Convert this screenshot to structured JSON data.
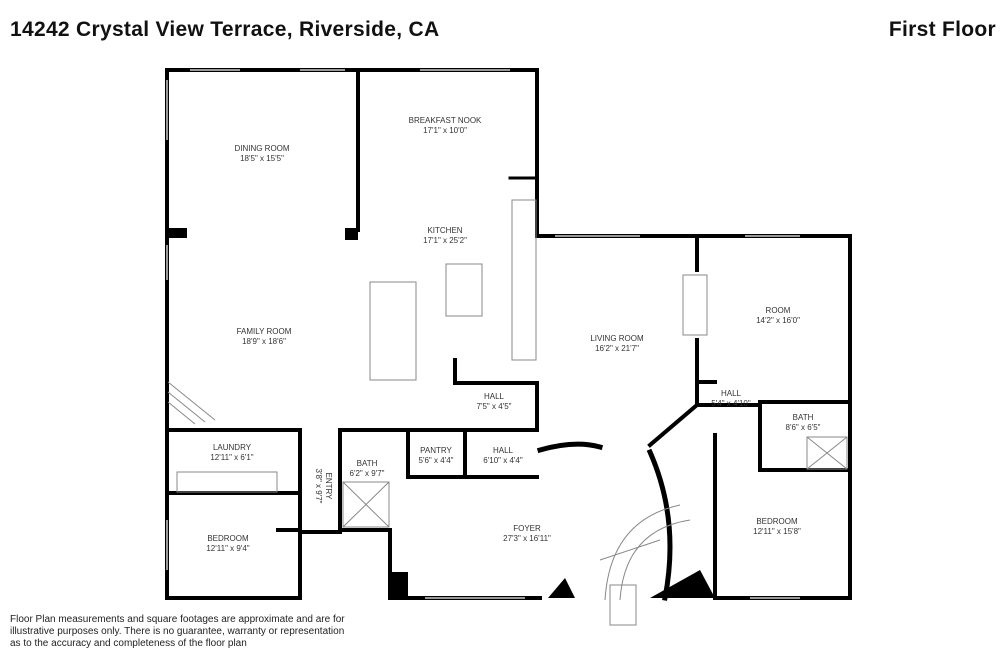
{
  "header": {
    "address": "14242 Crystal View Terrace, Riverside, CA",
    "floor": "First Floor"
  },
  "rooms": [
    {
      "name": "DINING ROOM",
      "size": "18'5\" x 15'5\""
    },
    {
      "name": "BREAKFAST NOOK",
      "size": "17'1\" x 10'0\""
    },
    {
      "name": "KITCHEN",
      "size": "17'1\" x 25'2\""
    },
    {
      "name": "FAMILY ROOM",
      "size": "18'9\" x 18'6\""
    },
    {
      "name": "LIVING ROOM",
      "size": "16'2\" x 21'7\""
    },
    {
      "name": "ROOM",
      "size": "14'2\" x 16'0\""
    },
    {
      "name": "HALL",
      "size": "7'5\" x 4'5\""
    },
    {
      "name": "HALL",
      "size": "5'4\" x 4'10\""
    },
    {
      "name": "BATH",
      "size": "8'6\" x 6'5\""
    },
    {
      "name": "LAUNDRY",
      "size": "12'11\" x 6'1\""
    },
    {
      "name": "ENTRY",
      "size": "3'8\" x 9'7\""
    },
    {
      "name": "BATH",
      "size": "6'2\" x 9'7\""
    },
    {
      "name": "PANTRY",
      "size": "5'6\" x 4'4\""
    },
    {
      "name": "HALL",
      "size": "6'10\" x 4'4\""
    },
    {
      "name": "FOYER",
      "size": "27'3\" x 16'11\""
    },
    {
      "name": "BEDROOM",
      "size": "12'11\" x 9'4\""
    },
    {
      "name": "BEDROOM",
      "size": "12'11\" x 15'8\""
    }
  ],
  "disclaimer": [
    "Floor Plan measurements and square footages are approximate and are for",
    "illustrative purposes only. There is no guarantee, warranty or representation",
    "as to the accuracy and completeness of the floor plan"
  ]
}
